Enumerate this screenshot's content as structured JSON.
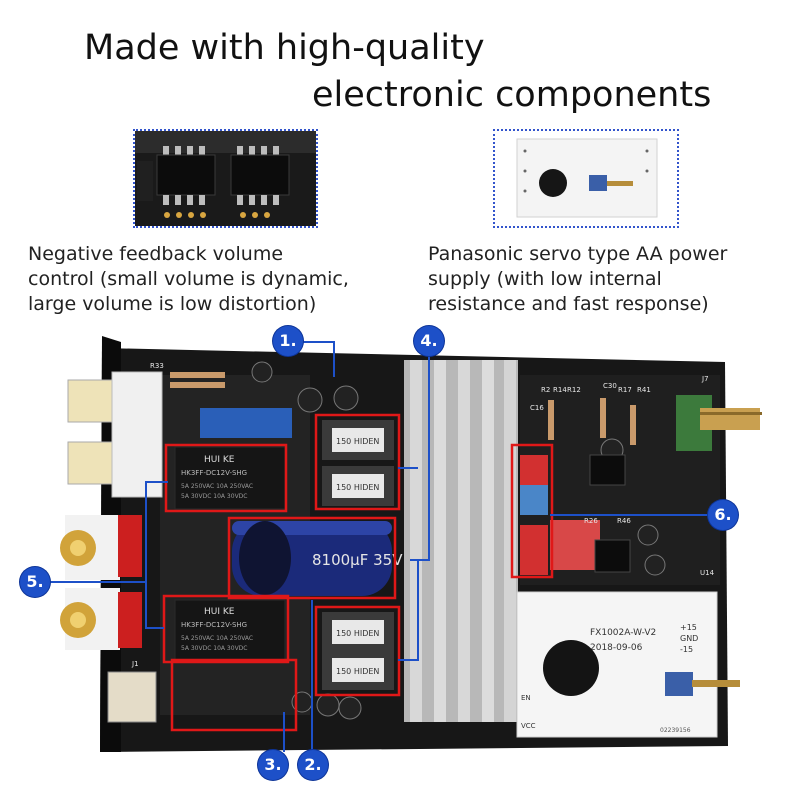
{
  "headline": {
    "line1": "Made with high-quality",
    "line2": "electronic components"
  },
  "captions": {
    "left": [
      "Negative feedback volume",
      "control (small volume is dynamic,",
      "large volume is low distortion)"
    ],
    "right": [
      "Panasonic servo type AA power",
      "supply (with low internal",
      "resistance and fast response)"
    ]
  },
  "callouts": [
    "1.",
    "2.",
    "3.",
    "4.",
    "5.",
    "6."
  ],
  "board_labels": {
    "relay_brand": "HUI KE",
    "relay_model": "HK3FF-DC12V-SHG",
    "relay_rating1": "5A 250VAC 10A 250VAC",
    "relay_rating2": "5A 30VDC 10A 30VDC",
    "capacitor_value": "8100μF 35V",
    "inductor_label": "150 HIDEN",
    "module_name": "FX1002A-W-V2",
    "module_date": "2018-09-06",
    "module_plus": "+15",
    "module_gnd": "GND",
    "module_minus": "-15",
    "module_en": "EN",
    "module_vcc": "VCC",
    "module_serial": "02239156",
    "designators": [
      "R33",
      "R2",
      "R14",
      "R12",
      "C30",
      "R17",
      "R41",
      "J7",
      "C16",
      "U14",
      "J1",
      "R26",
      "R46"
    ]
  },
  "colors": {
    "callout": "#1d50c8",
    "highlight": "#e01818",
    "inset_border": "#3355cc",
    "board": "#151515",
    "heatsink": "#c9c9c9"
  }
}
